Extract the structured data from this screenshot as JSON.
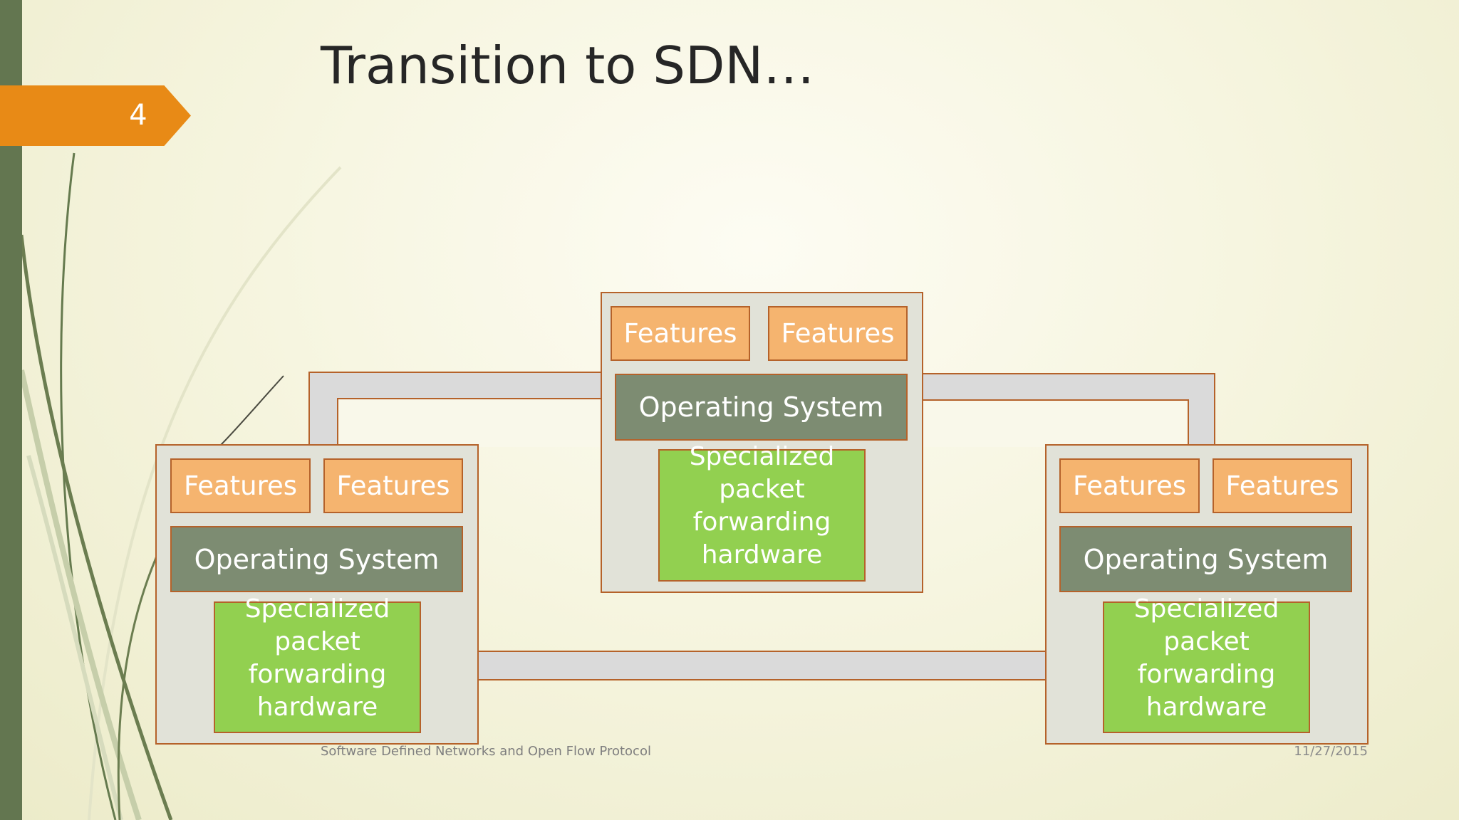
{
  "slide": {
    "number": "4",
    "title": "Transition to SDN…",
    "footer_text": "Software Defined Networks and Open Flow Protocol",
    "date": "11/27/2015"
  },
  "colors": {
    "accent_orange": "#e88a16",
    "sidebar_green": "#637650",
    "features_fill": "#f5b46f",
    "os_fill": "#7d8c72",
    "hardware_fill": "#92d050",
    "border": "#b5622a"
  },
  "devices": [
    {
      "id": "left",
      "features": [
        "Features",
        "Features"
      ],
      "os": "Operating System",
      "hardware": "Specialized\npacket\nforwarding\nhardware"
    },
    {
      "id": "center",
      "features": [
        "Features",
        "Features"
      ],
      "os": "Operating System",
      "hardware": "Specialized\npacket\nforwarding\nhardware"
    },
    {
      "id": "right",
      "features": [
        "Features",
        "Features"
      ],
      "os": "Operating System",
      "hardware": "Specialized\npacket\nforwarding\nhardware"
    }
  ]
}
